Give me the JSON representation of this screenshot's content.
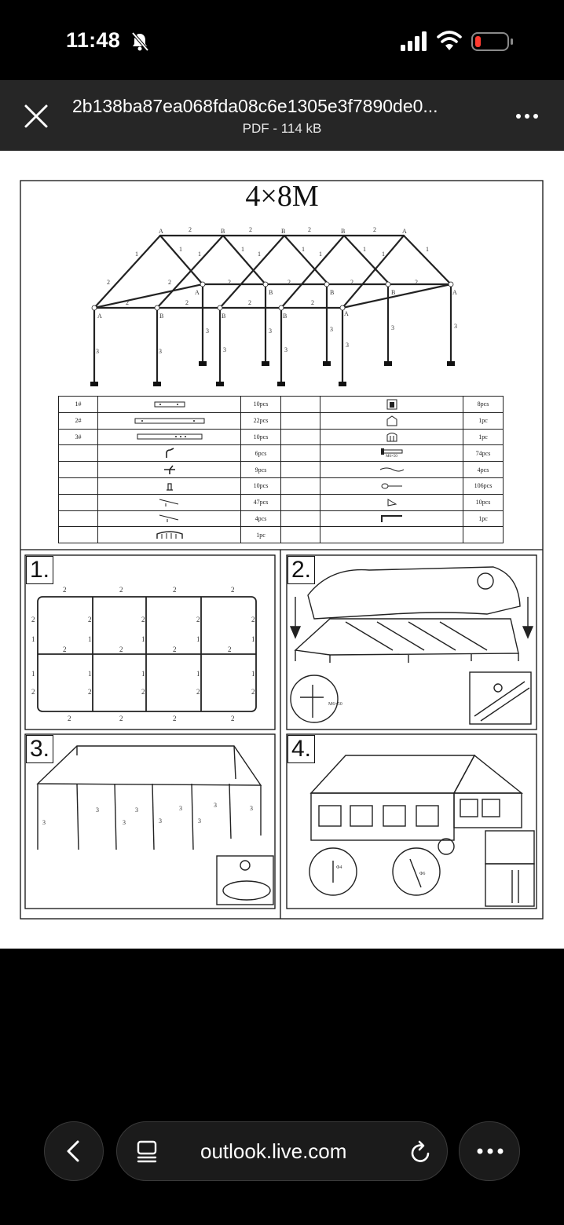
{
  "status_bar": {
    "time": "11:48"
  },
  "header": {
    "file_name": "2b138ba87ea068fda08c6e1305e3f7890de0...",
    "file_meta": "PDF - 114 kB"
  },
  "document": {
    "title": "4×8M",
    "parts_left": [
      {
        "id": "1#",
        "qty": "10pcs"
      },
      {
        "id": "2#",
        "qty": "22pcs"
      },
      {
        "id": "3#",
        "qty": "10pcs"
      },
      {
        "id": "",
        "qty": "6pcs"
      },
      {
        "id": "",
        "qty": "9pcs"
      },
      {
        "id": "",
        "qty": "10pcs"
      },
      {
        "id": "",
        "qty": "47pcs"
      },
      {
        "id": "",
        "qty": "4pcs"
      },
      {
        "id": "",
        "qty": "1pc"
      }
    ],
    "parts_right": [
      {
        "qty": "8pcs"
      },
      {
        "qty": "1pc"
      },
      {
        "qty": "1pc"
      },
      {
        "qty": "74pcs",
        "label": "M6×50"
      },
      {
        "qty": "4pcs"
      },
      {
        "qty": "106pcs"
      },
      {
        "qty": "10pcs"
      },
      {
        "qty": "1pc"
      },
      {
        "qty": ""
      }
    ],
    "peg_labels": [
      "Φ4",
      "Φ6"
    ],
    "steps": [
      "1.",
      "2.",
      "3.",
      "4."
    ],
    "bolt_label": "M6×50"
  },
  "browser": {
    "url": "outlook.live.com"
  }
}
